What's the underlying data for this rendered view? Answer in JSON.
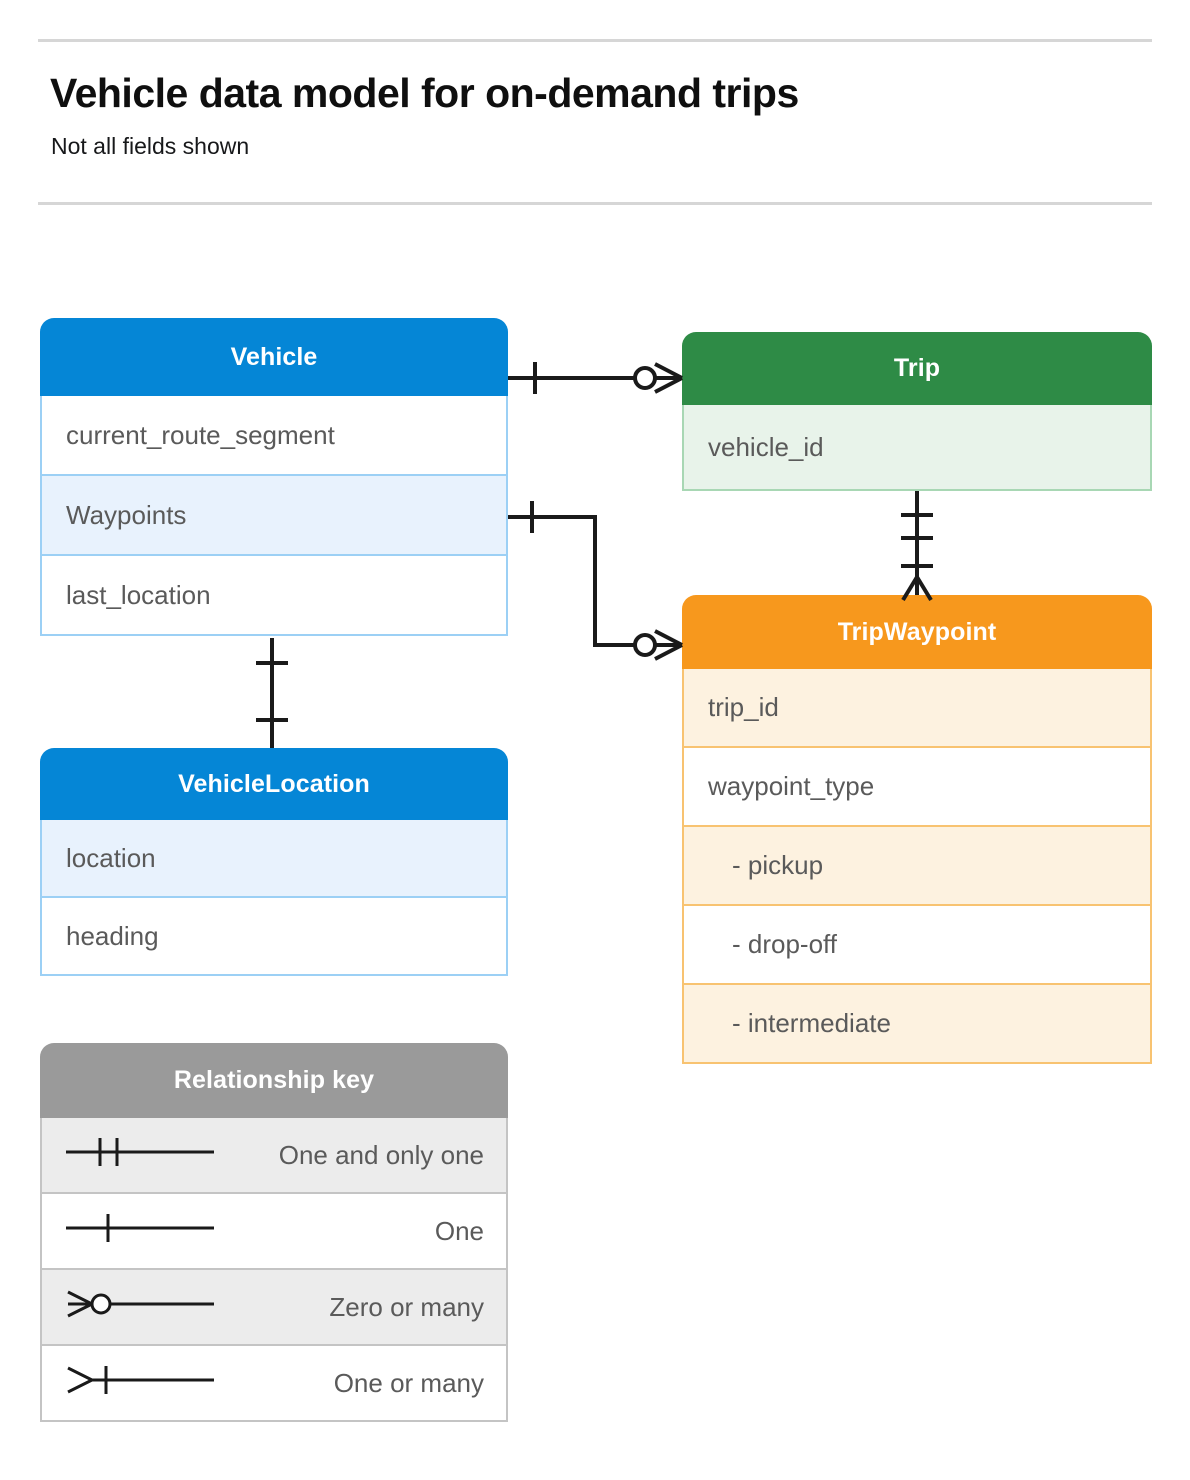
{
  "header": {
    "title": "Vehicle data model for on-demand trips",
    "subtitle": "Not all fields shown"
  },
  "colors": {
    "vehicle": "#0586d6",
    "trip": "#2e8b46",
    "tripwaypoint": "#f7981d",
    "legend": "#9a9a9a",
    "rule": "#d6d6d6",
    "field_text": "#5a5a5a",
    "connector": "#1a1a1a"
  },
  "entities": [
    {
      "key": "vehicle",
      "name": "Vehicle",
      "fields": [
        {
          "label": "current_route_segment",
          "highlight": false
        },
        {
          "label": "Waypoints",
          "highlight": true
        },
        {
          "label": "last_location",
          "highlight": false
        }
      ]
    },
    {
      "key": "trip",
      "name": "Trip",
      "fields": [
        {
          "label": "vehicle_id",
          "highlight": true
        }
      ]
    },
    {
      "key": "vehiclelocation",
      "name": "VehicleLocation",
      "fields": [
        {
          "label": "location",
          "highlight": true
        },
        {
          "label": "heading",
          "highlight": false
        }
      ]
    },
    {
      "key": "tripwaypoint",
      "name": "TripWaypoint",
      "fields": [
        {
          "label": "trip_id",
          "highlight": true,
          "enum": false
        },
        {
          "label": "waypoint_type",
          "highlight": false,
          "enum": false
        },
        {
          "label": "-  pickup",
          "highlight": true,
          "enum": true
        },
        {
          "label": "-  drop-off",
          "highlight": false,
          "enum": true
        },
        {
          "label": "-  intermediate",
          "highlight": true,
          "enum": true
        }
      ]
    }
  ],
  "legend": {
    "title": "Relationship key",
    "items": [
      {
        "glyph": "one-and-only-one-icon",
        "label": "One and only one",
        "highlight": true
      },
      {
        "glyph": "one-icon",
        "label": "One",
        "highlight": false
      },
      {
        "glyph": "zero-or-many-icon",
        "label": "Zero or many",
        "highlight": true
      },
      {
        "glyph": "one-or-many-icon",
        "label": "One or many",
        "highlight": false
      }
    ]
  },
  "relationships": [
    {
      "from": "Vehicle",
      "to": "Trip",
      "from_cardinality": "One",
      "to_cardinality": "Zero or many"
    },
    {
      "from": "Vehicle.Waypoints",
      "to": "TripWaypoint",
      "from_cardinality": "One",
      "to_cardinality": "Zero or many"
    },
    {
      "from": "Vehicle",
      "to": "VehicleLocation",
      "from_cardinality": "One",
      "to_cardinality": "One"
    },
    {
      "from": "Trip",
      "to": "TripWaypoint",
      "from_cardinality": "One and only one",
      "to_cardinality": "One or many"
    }
  ]
}
